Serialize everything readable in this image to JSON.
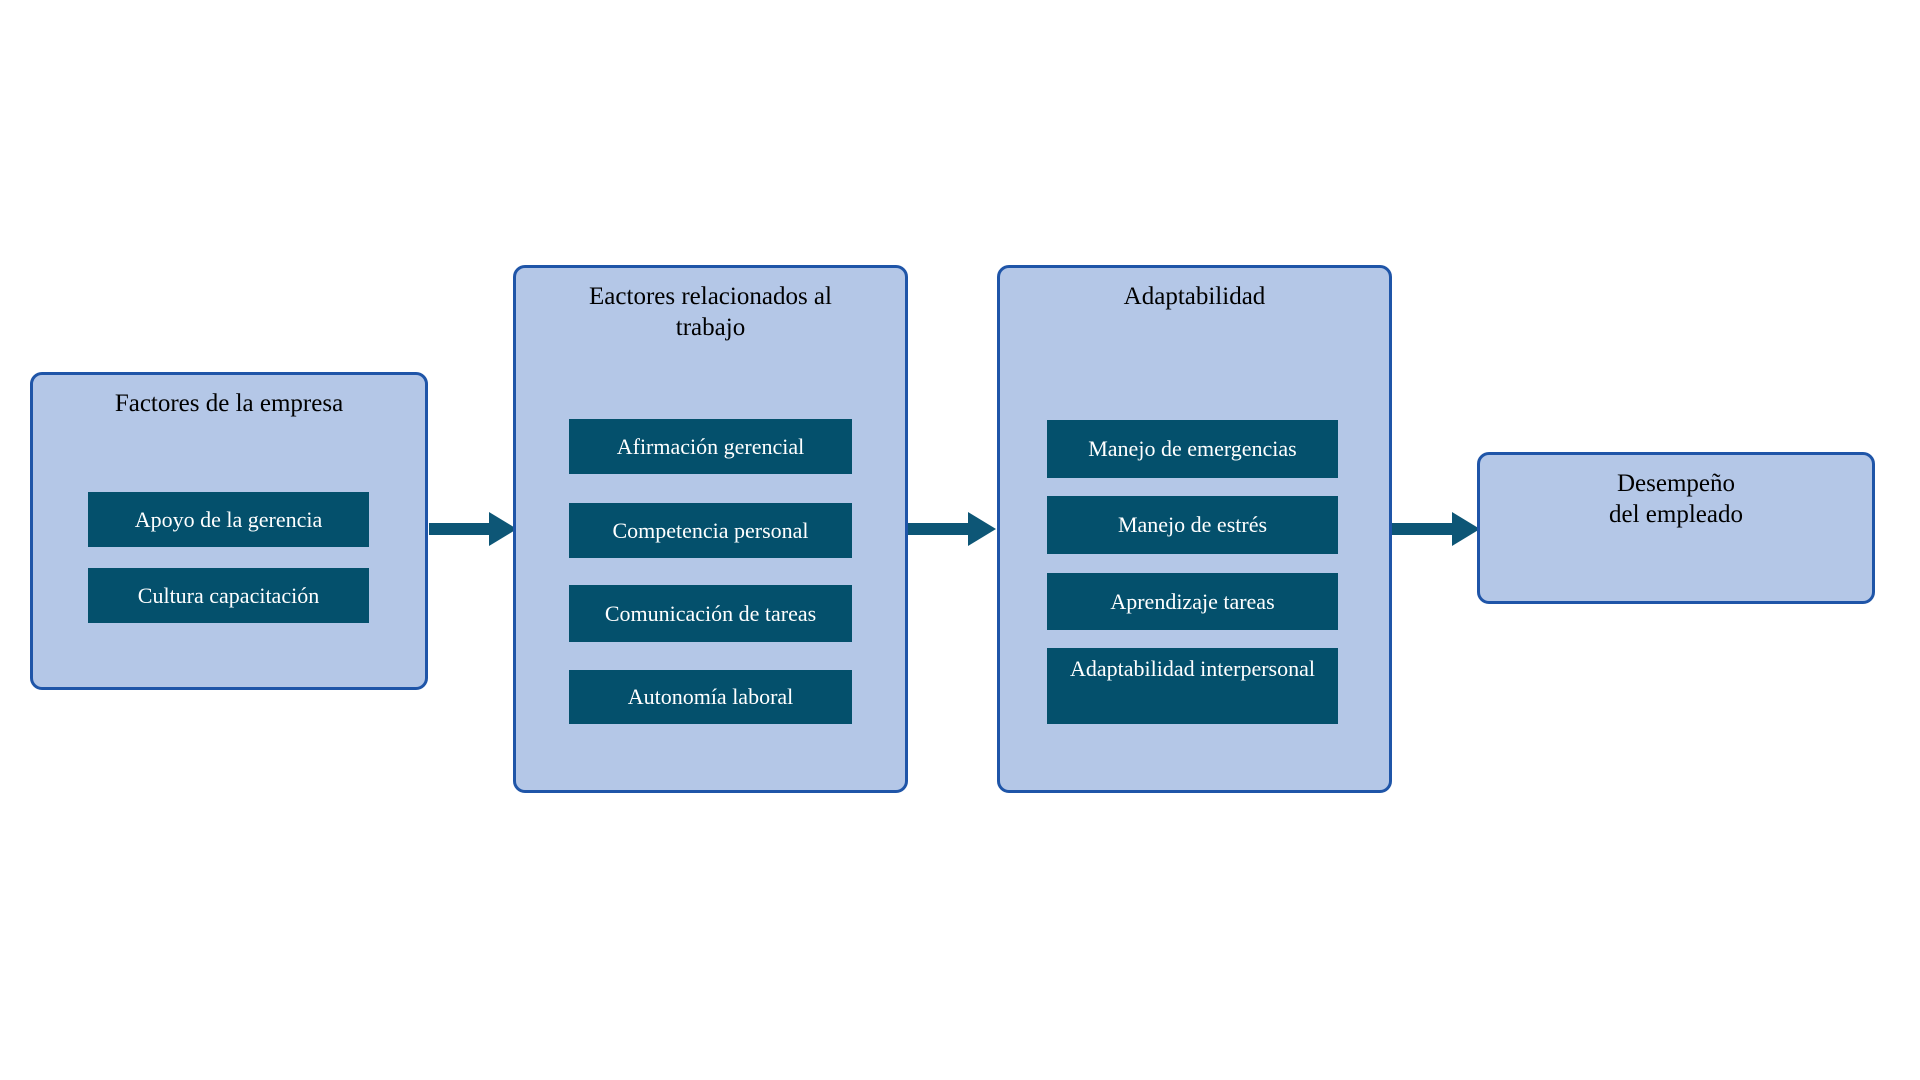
{
  "diagram": {
    "colors": {
      "background": "#ffffff",
      "stage_fill": "#b4c7e7",
      "stage_border": "#1f55a8",
      "item_fill": "#04506c",
      "item_text": "#ffffff",
      "title_text": "#000000",
      "arrow": "#0d5676"
    },
    "columns": [
      {
        "id": "empresa",
        "title_lines": [
          "Factores de la empresa"
        ],
        "items": [
          "Apoyo de la gerencia",
          "Cultura capacitación"
        ]
      },
      {
        "id": "trabajo",
        "title_lines": [
          "Eactores relacionados al",
          "trabajo"
        ],
        "items": [
          "Afirmación gerencial",
          "Competencia personal",
          "Comunicación de tareas",
          "Autonomía laboral"
        ]
      },
      {
        "id": "adaptabilidad",
        "title_lines": [
          "Adaptabilidad"
        ],
        "items": [
          "Manejo de emergencias",
          "Manejo de estrés",
          "Aprendizaje tareas",
          "Adaptabilidad interpersonal"
        ]
      },
      {
        "id": "desempeno",
        "title_lines": [
          "Desempeño",
          "del empleado"
        ],
        "items": []
      }
    ]
  }
}
